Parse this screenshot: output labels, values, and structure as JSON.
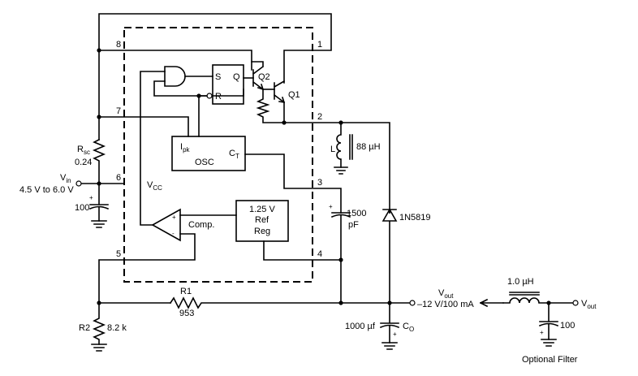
{
  "pins": {
    "p1": "1",
    "p2": "2",
    "p3": "3",
    "p4": "4",
    "p5": "5",
    "p6": "6",
    "p7": "7",
    "p8": "8"
  },
  "logic": {
    "s": "S",
    "q": "Q",
    "r": "R"
  },
  "transistors": {
    "q2": "Q2",
    "q1": "Q1"
  },
  "osc": {
    "ipk_main": "I",
    "ipk_sub": "pk",
    "label": "OSC",
    "ct_main": "C",
    "ct_sub": "T"
  },
  "vcc": {
    "main": "V",
    "sub": "CC"
  },
  "reference": {
    "line1": "1.25 V",
    "line2": "Ref",
    "line3": "Reg"
  },
  "comparator": {
    "label": "Comp.",
    "plus": "+",
    "minus": "-"
  },
  "rsc": {
    "main": "R",
    "sub": "sc",
    "value": "0.24"
  },
  "vin": {
    "main": "V",
    "sub": "in",
    "range": "4.5 V to 6.0 V"
  },
  "cin": {
    "value": "100",
    "plus": "+"
  },
  "inductor": {
    "name": "L",
    "value": "88 µH"
  },
  "ct_cap": {
    "value1": "1500",
    "value2": "pF",
    "plus": "+"
  },
  "diode": {
    "name": "1N5819"
  },
  "r1": {
    "name": "R1",
    "value": "953"
  },
  "r2": {
    "name": "R2",
    "value": "8.2 k"
  },
  "co": {
    "value": "1000 µf",
    "name_main": "C",
    "name_sub": "O",
    "plus": "+"
  },
  "vout_main": {
    "main": "V",
    "sub": "out",
    "spec": "–12 V/100 mA"
  },
  "filter": {
    "inductor": "1.0 µH",
    "cap": "100",
    "plus": "+",
    "vout_main": "V",
    "vout_sub": "out",
    "caption": "Optional Filter"
  }
}
